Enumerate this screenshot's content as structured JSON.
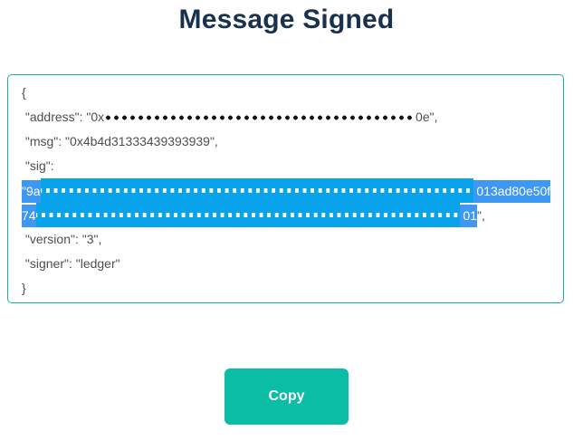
{
  "page": {
    "title": "Message Signed"
  },
  "signed_message": {
    "line_open": "{",
    "address": {
      "prefix": " \"address\": \"0x",
      "redacted": true,
      "suffix": " 0e\","
    },
    "msg": " \"msg\": \"0x4b4d31333439393939\",",
    "sig_key": " \"sig\":",
    "sig_line1": {
      "start": "\"9a",
      "redacted": true,
      "end": " 013ad80e50f",
      "selected": true
    },
    "sig_line2": {
      "start": "74",
      "redacted": true,
      "end": " 01",
      "after": "\",",
      "selected": true
    },
    "version": " \"version\": \"3\",",
    "signer": " \"signer\": \"ledger\"",
    "line_close": "}"
  },
  "actions": {
    "copy_label": "Copy"
  },
  "colors": {
    "title": "#17314f",
    "box_border": "#1fae9c",
    "body_text": "#4e4e4e",
    "selection_blue": "#3e97f0",
    "redaction_blue": "#09a3ec",
    "redaction_dark": "#161616",
    "button_teal": "#0bbda4",
    "button_text": "#ffffff"
  }
}
